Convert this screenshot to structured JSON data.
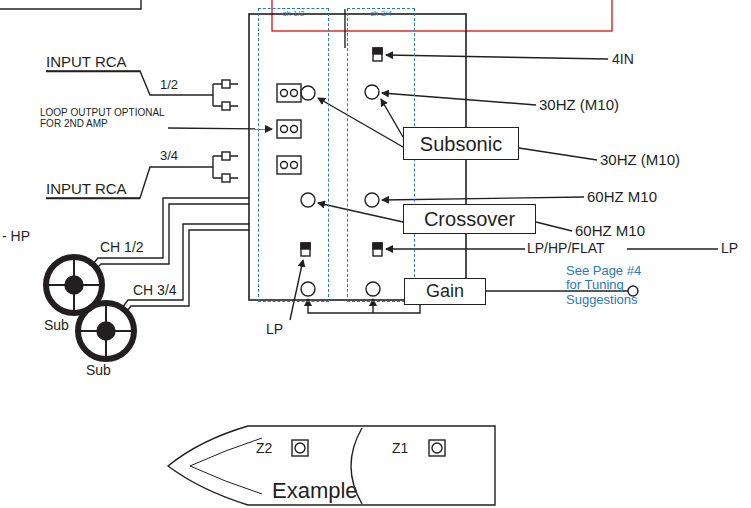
{
  "diagram": {
    "nodes": [
      {
        "text": [
          "ch 1/2"
        ]
      },
      {
        "text": [
          "ch 3/4"
        ]
      },
      {
        "text": [
          "Subsonic"
        ]
      },
      {
        "text": [
          "Crossover"
        ]
      },
      {
        "text": [
          "Gain"
        ]
      }
    ],
    "labels": [
      "INPUT RCA",
      "1/2",
      "LOOP OUTPUT OPTIONAL FOR 2ND AMP",
      "3/4",
      "INPUT RCA",
      "- HP",
      "CH 1/2",
      "CH 3/4",
      "Sub",
      "Sub",
      "4IN",
      "30HZ (M10)",
      "30HZ (M10)",
      "60HZ M10",
      "60HZ M10",
      "LP/HP/FLAT",
      "LP",
      "See Page #4 for Tuning Suggestions",
      "LP",
      "Z2",
      "Z1",
      "Example"
    ]
  }
}
